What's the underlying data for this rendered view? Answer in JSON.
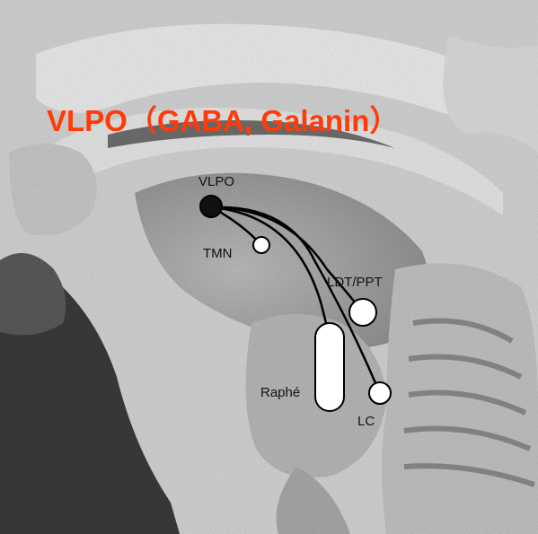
{
  "title": "VLPO（GABA, Galanin）",
  "nodes": {
    "vlpo": "VLPO",
    "tmn": "TMN",
    "ldt_ppt": "LDT/PPT",
    "raphe": "Raphé",
    "lc": "LC"
  },
  "colors": {
    "title": "#ff3b0a",
    "tissue": "#cfcfcf",
    "tissue_dark": "#3a3a3a",
    "line": "#000000"
  }
}
